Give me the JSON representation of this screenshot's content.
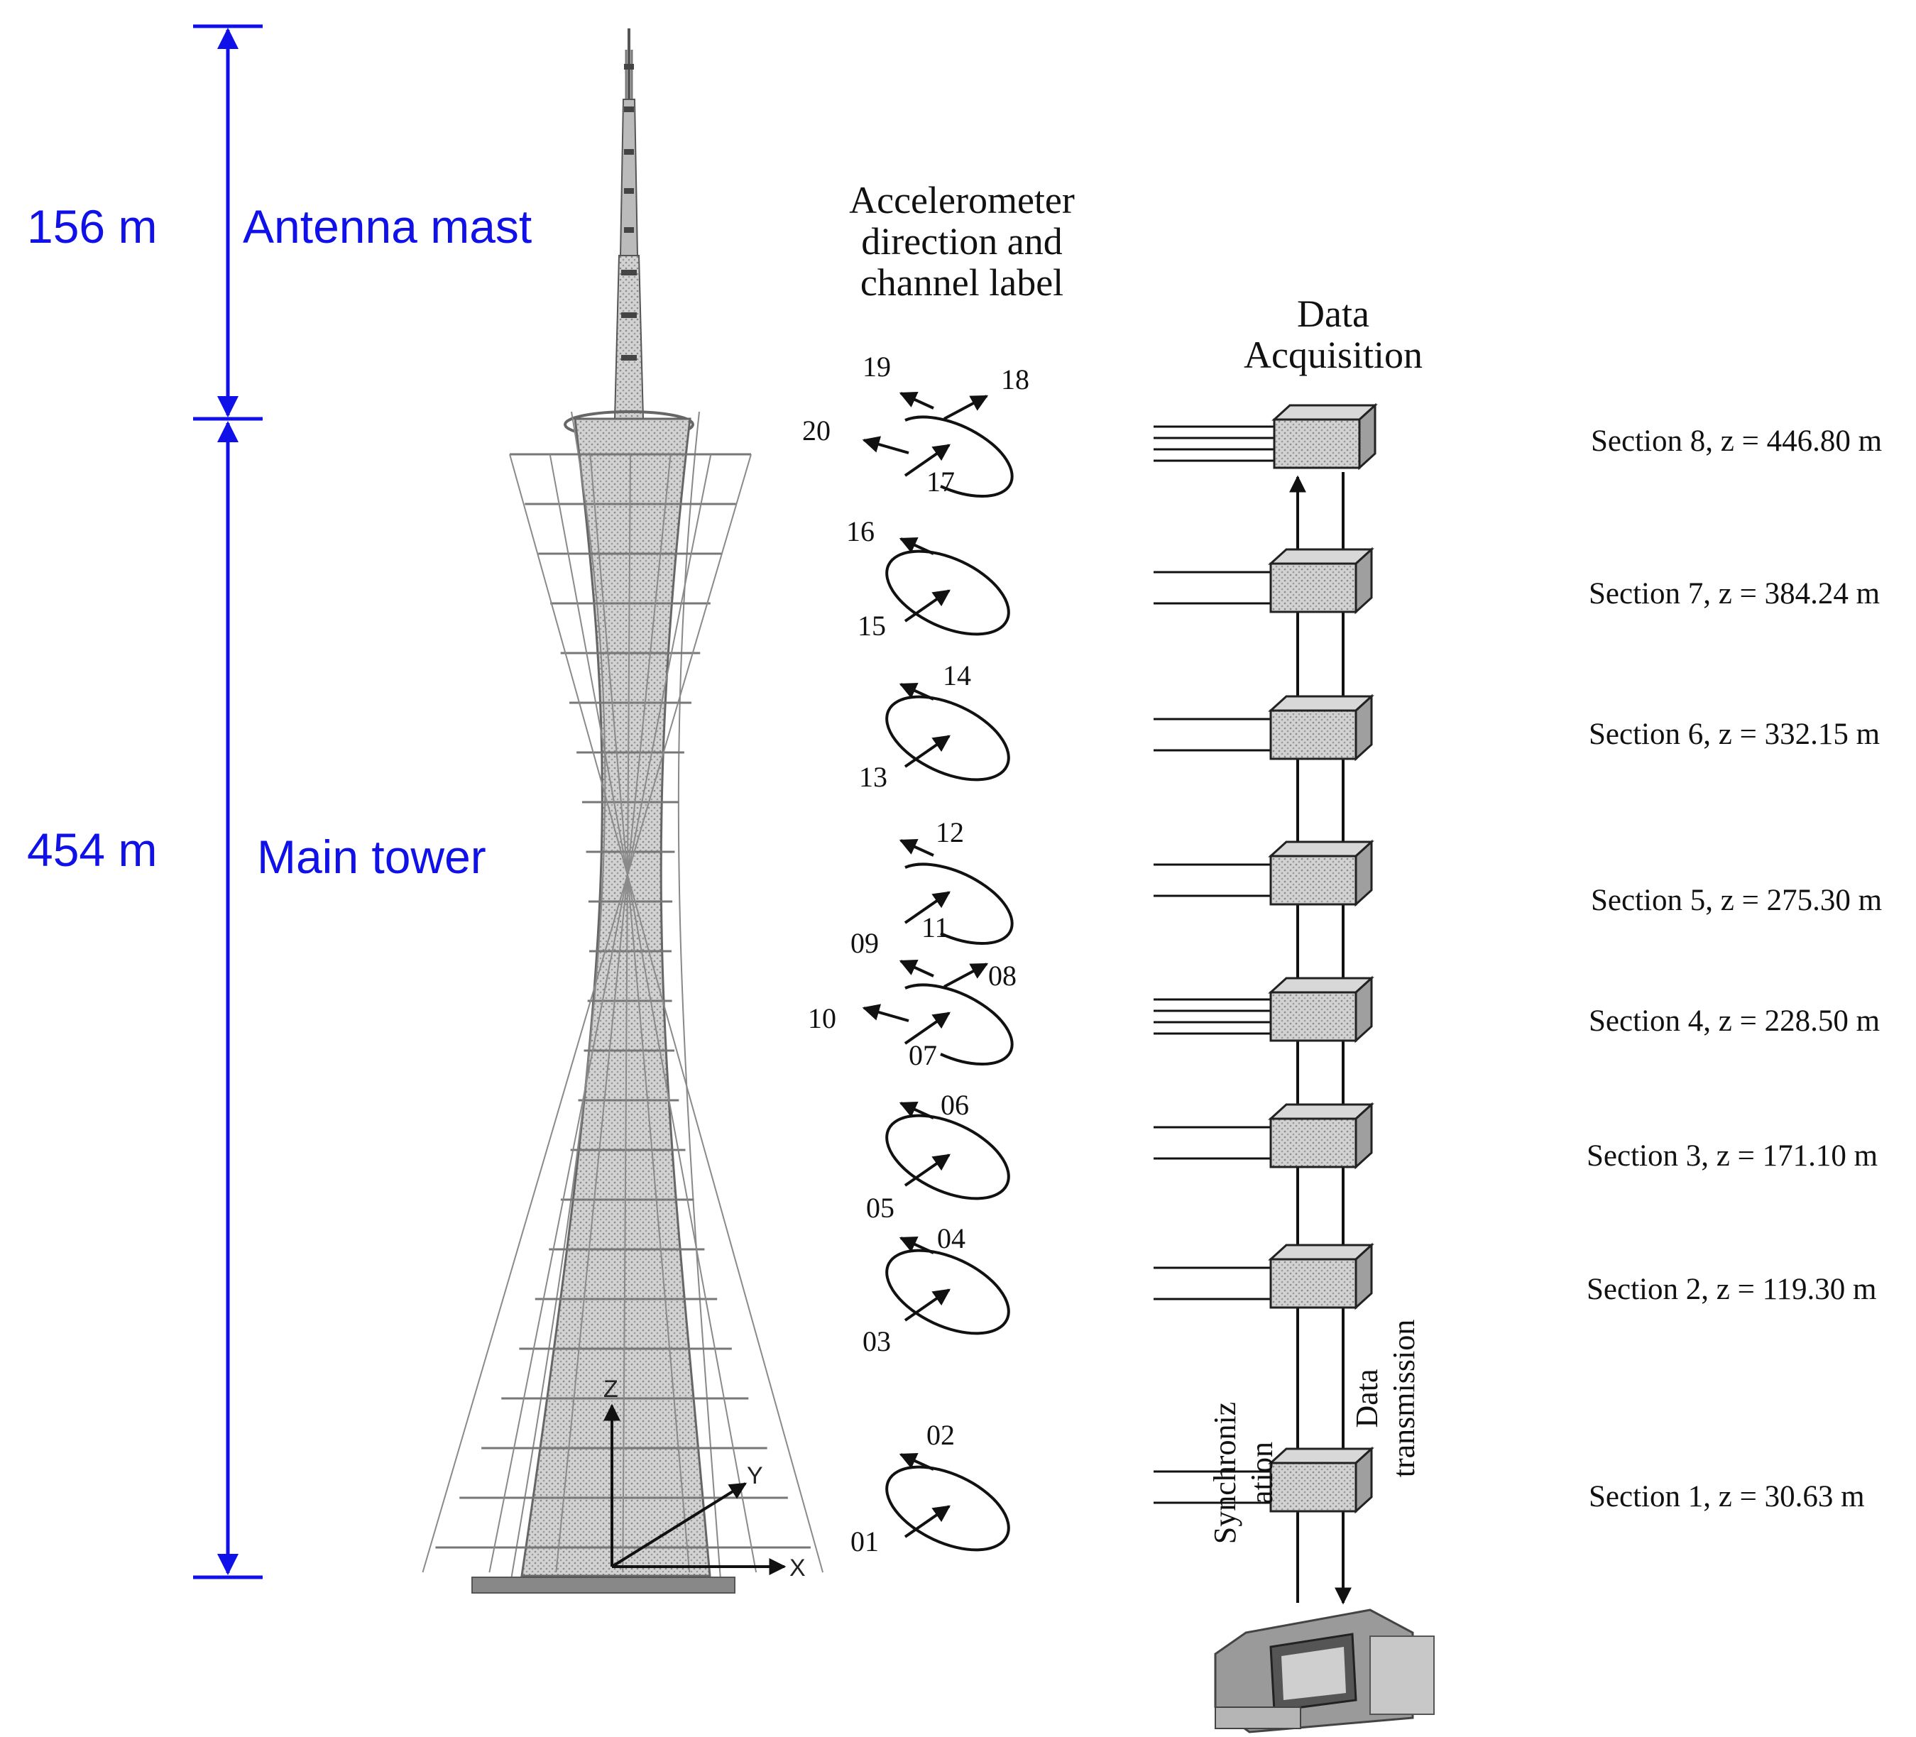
{
  "dimensions": {
    "antenna_height": "156 m",
    "antenna_label": "Antenna mast",
    "main_height": "454 m",
    "main_label": "Main tower"
  },
  "headings": {
    "accelerometer": [
      "Accelerometer",
      "direction and",
      "channel label"
    ],
    "data_acquisition": [
      "Data",
      "Acquisition"
    ]
  },
  "axes": {
    "x": "X",
    "y": "Y",
    "z": "Z"
  },
  "sections": [
    {
      "label": "Section 8, z = 446.80 m",
      "channels": [
        "17",
        "18",
        "19",
        "20"
      ]
    },
    {
      "label": "Section 7, z = 384.24 m",
      "channels": [
        "15",
        "16"
      ]
    },
    {
      "label": "Section 6, z = 332.15 m",
      "channels": [
        "13",
        "14"
      ]
    },
    {
      "label": "Section 5, z = 275.30 m",
      "channels": [
        "09",
        "11",
        "12"
      ]
    },
    {
      "label": "Section 4, z = 228.50 m",
      "channels": [
        "07",
        "08",
        "10"
      ]
    },
    {
      "label": "Section 3, z = 171.10 m",
      "channels": [
        "05",
        "06"
      ]
    },
    {
      "label": "Section 2, z = 119.30 m",
      "channels": [
        "03",
        "04"
      ]
    },
    {
      "label": "Section 1, z = 30.63 m",
      "channels": [
        "01",
        "02"
      ]
    }
  ],
  "transmission": {
    "sync": [
      "Synchroniz",
      "ation"
    ],
    "data": [
      "Data",
      "transmission"
    ]
  },
  "colors": {
    "annotation": "#1010e8",
    "ink": "#111111",
    "box": "#bdbdbd"
  }
}
